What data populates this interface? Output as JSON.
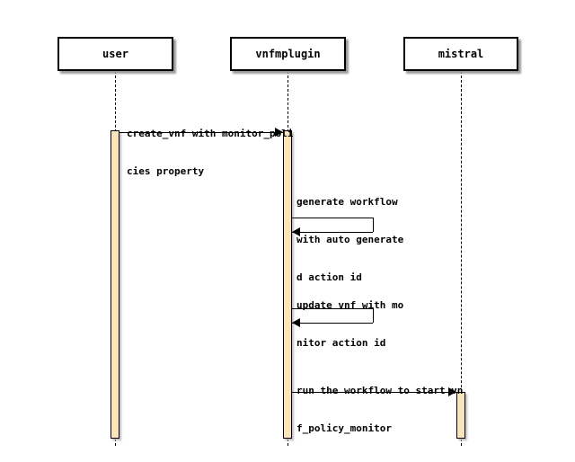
{
  "diagram": {
    "type": "sequence",
    "participants": [
      {
        "id": "user",
        "label": "user"
      },
      {
        "id": "vnfmplugin",
        "label": "vnfmplugin"
      },
      {
        "id": "mistral",
        "label": "mistral"
      }
    ],
    "messages": [
      {
        "from": "user",
        "to": "vnfmplugin",
        "lines": [
          "create_vnf with monitor_poli",
          "cies property"
        ]
      },
      {
        "from": "vnfmplugin",
        "to": "vnfmplugin",
        "lines": [
          "generate workflow",
          "with auto generate",
          "d action id"
        ]
      },
      {
        "from": "vnfmplugin",
        "to": "vnfmplugin",
        "lines": [
          "update vnf with mo",
          "nitor action id"
        ]
      },
      {
        "from": "vnfmplugin",
        "to": "mistral",
        "lines": [
          "run the workflow to start vn",
          "f_policy_monitor"
        ]
      }
    ],
    "colors": {
      "activation_fill": "#fae3bd",
      "box_fill": "#ffffff",
      "line": "#000000",
      "shadow": "#9a9a9a"
    }
  }
}
